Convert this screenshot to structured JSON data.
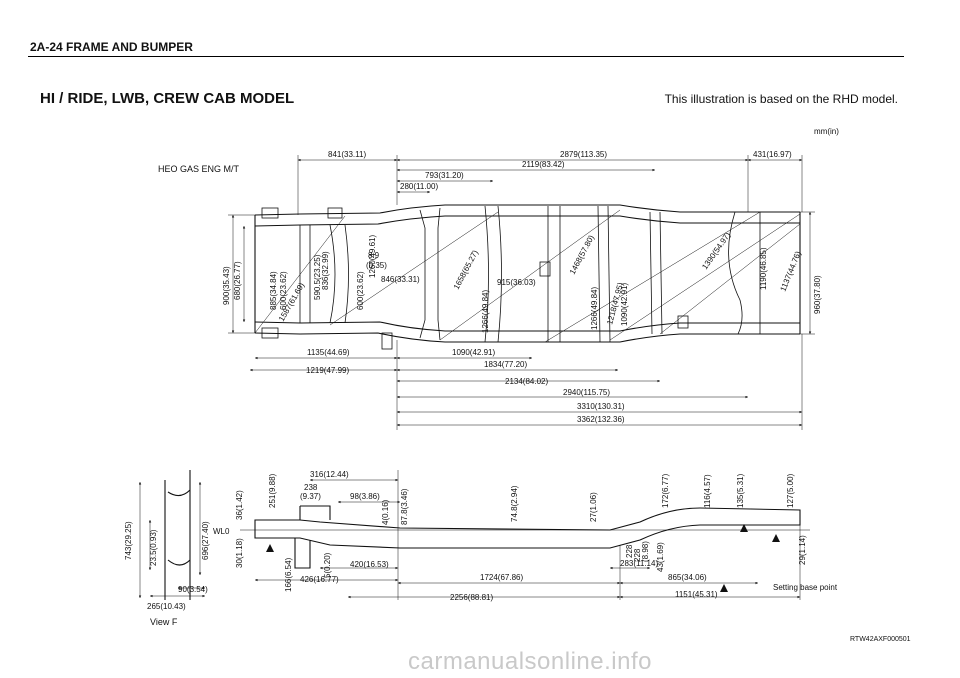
{
  "header": {
    "title": "2A-24  FRAME AND BUMPER"
  },
  "diagram": {
    "model_title": "HI / RIDE, LWB, CREW CAB MODEL",
    "note": "This illustration is based on the RHD model.",
    "units": "mm(in)",
    "engine_label": "HEO GAS ENG M/T",
    "view_label": "View F",
    "wl_label": "WL0",
    "legend": "Setting base point",
    "code": "RTW42AXF000501",
    "top_dims": {
      "d841": "841(33.11)",
      "d2879": "2879(113.35)",
      "d431": "431(16.97)",
      "d2119": "2119(83.42)",
      "d793": "793(31.20)",
      "d280": "280(11.00)",
      "d1135": "1135(44.69)",
      "d1219": "1219(47.99)",
      "d1090b": "1090(42.91)",
      "d1834": "1834(77.20)",
      "d2134": "2134(84.02)",
      "d2940": "2940(115.75)",
      "d3310": "3310(130.31)",
      "d3362": "3362(132.36)",
      "d900": "900(35.43)",
      "d680": "680(26.77)",
      "d885": "885(34.84)",
      "d600a": "600(23.62)",
      "d1587": "1587(61.69)",
      "d836": "836(32.99)",
      "d590": "590.5(23.25)",
      "d89": "8.9",
      "d035": "(0.35)",
      "d600b": "600(23.62)",
      "d1260": "1260(49.61)",
      "d846": "846(33.31)",
      "d1658": "1658(65.27)",
      "d915": "915(36.03)",
      "d1266a": "1266(49.84)",
      "d1468": "1468(57.80)",
      "d1266b": "1266(49.84)",
      "d1218": "1218(47.95)",
      "d1090v": "1090(42.91)",
      "d1390": "1390(54.97)",
      "d1190": "1190(46.85)",
      "d1137": "1137(44.76)",
      "d960": "960(37.80)"
    },
    "side_dims": {
      "d316": "316(12.44)",
      "d238": "238",
      "d937": "(9.37)",
      "d98": "98(3.86)",
      "d36": "36(1.42)",
      "d251": "251(9.88)",
      "d4": "4(0.16)",
      "d87": "87.8(3.46)",
      "d74": "74.8(2.94)",
      "d27": "27(1.06)",
      "d172": "172(6.77)",
      "d116": "116(4.57)",
      "d135": "135(5.31)",
      "d127": "127(5.00)",
      "d30": "30(1.18)",
      "d166": "166(6.54)",
      "d5": "5(0.20)",
      "d420": "420(16.53)",
      "d426": "426(16.77)",
      "d1724": "1724(67.86)",
      "d2256": "2256(88.81)",
      "d228a": "228",
      "d898": "(8.98)",
      "d228b": "228",
      "d283": "283(11.14)",
      "d43": "43(1.69)",
      "d865": "865(34.06)",
      "d1151": "1151(45.31)",
      "d29": "29(1.14)"
    },
    "viewf_dims": {
      "d743": "743(29.25)",
      "d235": "23.5(0.93)",
      "d696": "696(27.40)",
      "d90": "90(3.54)",
      "d265": "265(10.43)"
    }
  },
  "watermark": "carmanualsonline.info"
}
